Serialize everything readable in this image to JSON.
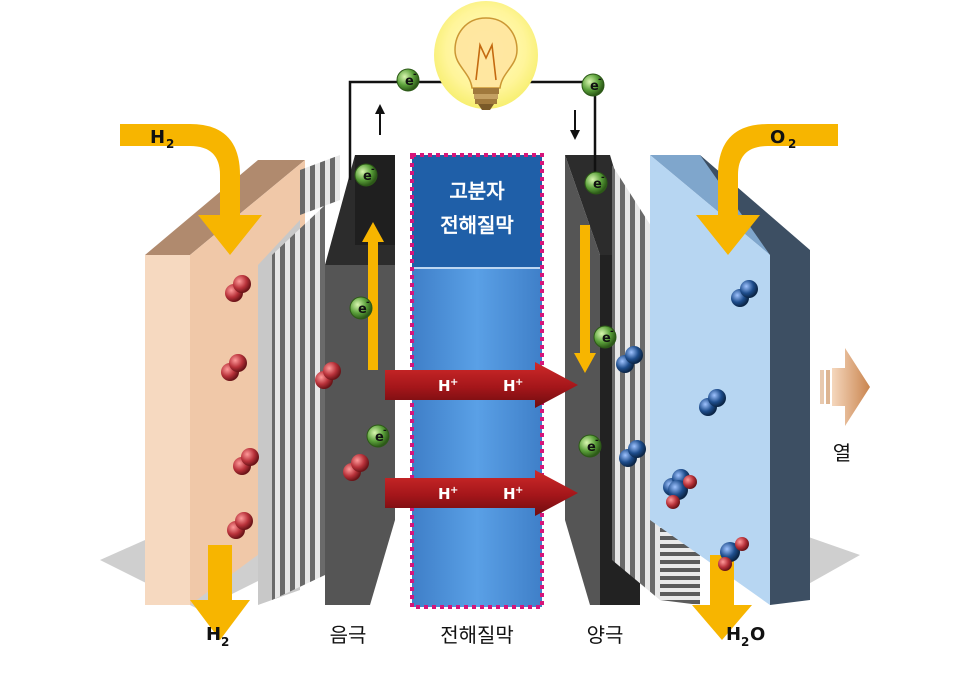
{
  "inputs": {
    "hydrogen_in": "H",
    "hydrogen_in_sub": "2",
    "oxygen_in": "O",
    "oxygen_in_sub": "2"
  },
  "outputs": {
    "hydrogen_out": "H",
    "hydrogen_out_sub": "2",
    "water_out_h": "H",
    "water_out_sub": "2",
    "water_out_o": "O",
    "heat": "열"
  },
  "membrane": {
    "title_line1": "고분자",
    "title_line2": "전해질막"
  },
  "bottom_labels": {
    "anode": "음극",
    "membrane": "전해질막",
    "cathode": "양극"
  },
  "proton": {
    "symbol": "H",
    "charge": "+"
  },
  "electron": {
    "symbol": "e",
    "charge": "-"
  },
  "colors": {
    "arrow_yellow": "#f7b500",
    "membrane_blue": "#4a8fd6",
    "membrane_title_bg": "#1f5fa8",
    "membrane_border": "#d6157a",
    "proton_arrow": "#a4161a",
    "anode_plate": "#f6d9c0",
    "cathode_plate": "#b7d6f2",
    "electrode_dark": "#4a4a4a",
    "hydrogen_atom": "#b8323a",
    "oxygen_atom": "#1e4d8c",
    "electron_ball": "#5aa03a",
    "heat_arrow": "#d79a6a"
  }
}
